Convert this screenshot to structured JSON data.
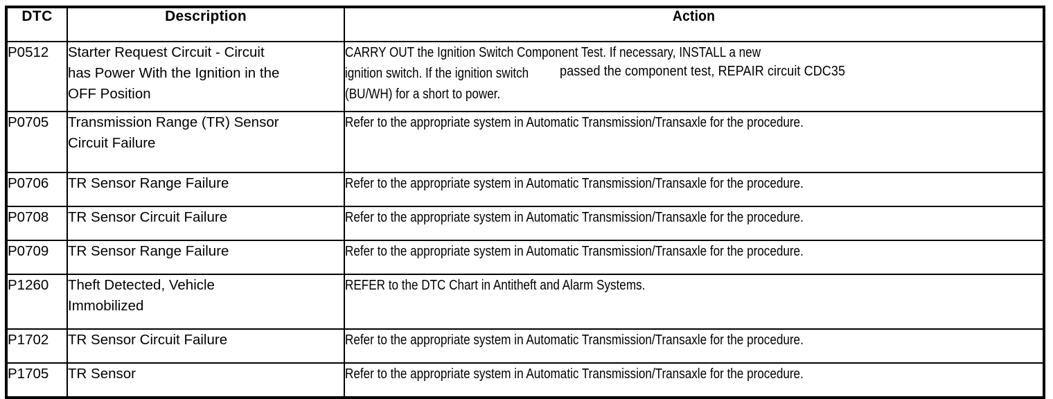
{
  "table": {
    "columns": [
      {
        "key": "dtc",
        "label": "DTC"
      },
      {
        "key": "description",
        "label": "Description"
      },
      {
        "key": "action",
        "label": "Action"
      }
    ],
    "rows": [
      {
        "dtc": "P0512",
        "description": "Starter Request Circuit - Circuit has Power With the Ignition in the OFF Position",
        "description_lines": [
          "Starter Request Circuit - Circuit",
          "has Power With the Ignition in the",
          "OFF Position"
        ],
        "action": "CARRY OUT the Ignition Switch Component Test.  If necessary, INSTALL a new ignition switch. If the ignition switch passed the component test,  REPAIR circuit  CDC35 (BU/WH) for a short to power.",
        "action_lines": [
          {
            "segments": [
              {
                "text": "CARRY OUT the Ignition Switch Component Test.  If necessary, INSTALL a new",
                "style": "normal"
              }
            ]
          },
          {
            "segments": [
              {
                "text": "ignition switch. If the ignition switch ",
                "style": "normal"
              },
              {
                "text": "passed the component test,  REPAIR circuit  CDC35",
                "style": "patch"
              }
            ]
          },
          {
            "segments": [
              {
                "text": "(BU/WH) for a short to power.",
                "style": "normal"
              }
            ]
          }
        ]
      },
      {
        "dtc": "P0705",
        "description": "Transmission Range (TR) Sensor Circuit Failure",
        "description_lines": [
          "Transmission Range (TR) Sensor",
          "Circuit Failure"
        ],
        "action": "Refer to the appropriate system in Automatic Transmission/Transaxle for the procedure.",
        "action_lines": [
          {
            "segments": [
              {
                "text": "Refer to the appropriate system in Automatic Transmission/Transaxle for the procedure.",
                "style": "normal"
              }
            ]
          }
        ]
      },
      {
        "dtc": "P0706",
        "description": "TR Sensor Range Failure",
        "description_lines": [
          "TR Sensor Range Failure"
        ],
        "action": "Refer to the appropriate system in Automatic Transmission/Transaxle for the procedure.",
        "action_lines": [
          {
            "segments": [
              {
                "text": "Refer to the appropriate system in Automatic Transmission/Transaxle for the procedure.",
                "style": "normal"
              }
            ]
          }
        ]
      },
      {
        "dtc": "P0708",
        "description": "TR Sensor Circuit Failure",
        "description_lines": [
          "TR Sensor Circuit Failure"
        ],
        "action": "Refer to the appropriate system in Automatic Transmission/Transaxle for the procedure.",
        "action_lines": [
          {
            "segments": [
              {
                "text": "Refer to the appropriate system in Automatic Transmission/Transaxle for the procedure.",
                "style": "normal"
              }
            ]
          }
        ]
      },
      {
        "dtc": "P0709",
        "description": "TR Sensor Range Failure",
        "description_lines": [
          "TR Sensor Range Failure"
        ],
        "action": "Refer to the appropriate system in Automatic Transmission/Transaxle for the procedure.",
        "action_lines": [
          {
            "segments": [
              {
                "text": "Refer to the appropriate system in Automatic Transmission/Transaxle for the procedure.",
                "style": "normal"
              }
            ]
          }
        ]
      },
      {
        "dtc": "P1260",
        "description": "Theft Detected, Vehicle Immobilized",
        "description_lines": [
          "Theft Detected, Vehicle",
          "Immobilized"
        ],
        "action": "REFER to the DTC Chart in Antitheft and Alarm Systems.",
        "action_lines": [
          {
            "segments": [
              {
                "text": "REFER to the DTC Chart in Antitheft and Alarm Systems.",
                "style": "normal"
              }
            ]
          }
        ]
      },
      {
        "dtc": "P1702",
        "description": "TR Sensor Circuit Failure",
        "description_lines": [
          "TR Sensor Circuit Failure"
        ],
        "action": "Refer to the appropriate system in Automatic Transmission/Transaxle for the procedure.",
        "action_lines": [
          {
            "segments": [
              {
                "text": "Refer to the appropriate system in Automatic Transmission/Transaxle for the procedure.",
                "style": "normal"
              }
            ]
          }
        ]
      },
      {
        "dtc": "P1705",
        "description": "TR Sensor",
        "description_lines": [
          "TR Sensor"
        ],
        "action": "Refer to the appropriate system in Automatic Transmission/Transaxle for the procedure.",
        "action_lines": [
          {
            "segments": [
              {
                "text": "Refer to the appropriate system in Automatic Transmission/Transaxle for the procedure.",
                "style": "normal"
              }
            ]
          }
        ]
      }
    ]
  },
  "colors": {
    "ink": "#000000",
    "paper": "#ffffff"
  }
}
